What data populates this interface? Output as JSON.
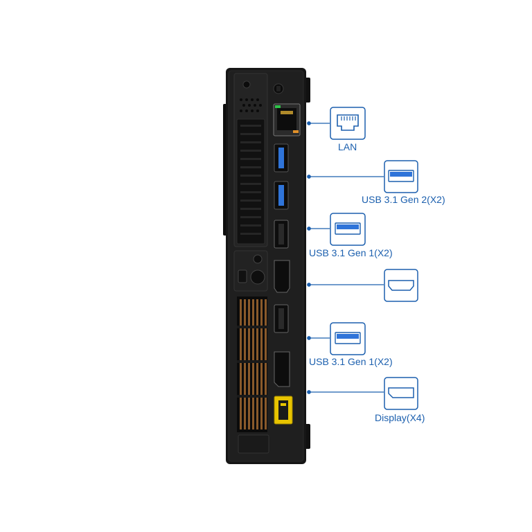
{
  "colors": {
    "accent": "#1b5fae",
    "usb_blue": "#2f74d9",
    "chassis": "#1c1c1c",
    "power_port": "#e8c400",
    "vent_copper": "#8a5a2b"
  },
  "callouts": [
    {
      "id": "lan",
      "icon": "ethernet-port-icon",
      "label": "LAN"
    },
    {
      "id": "usb-gen2",
      "icon": "usb-port-icon",
      "label": "USB 3.1 Gen 2(X2)"
    },
    {
      "id": "usb-gen1-a",
      "icon": "usb-port-icon",
      "label": "USB 3.1 Gen 1(X2)"
    },
    {
      "id": "hdmi",
      "icon": "hdmi-port-icon",
      "label": ""
    },
    {
      "id": "usb-gen1-b",
      "icon": "usb-port-icon",
      "label": "USB 3.1 Gen 1(X2)"
    },
    {
      "id": "display",
      "icon": "displayport-icon",
      "label": "Display(X4)"
    }
  ]
}
